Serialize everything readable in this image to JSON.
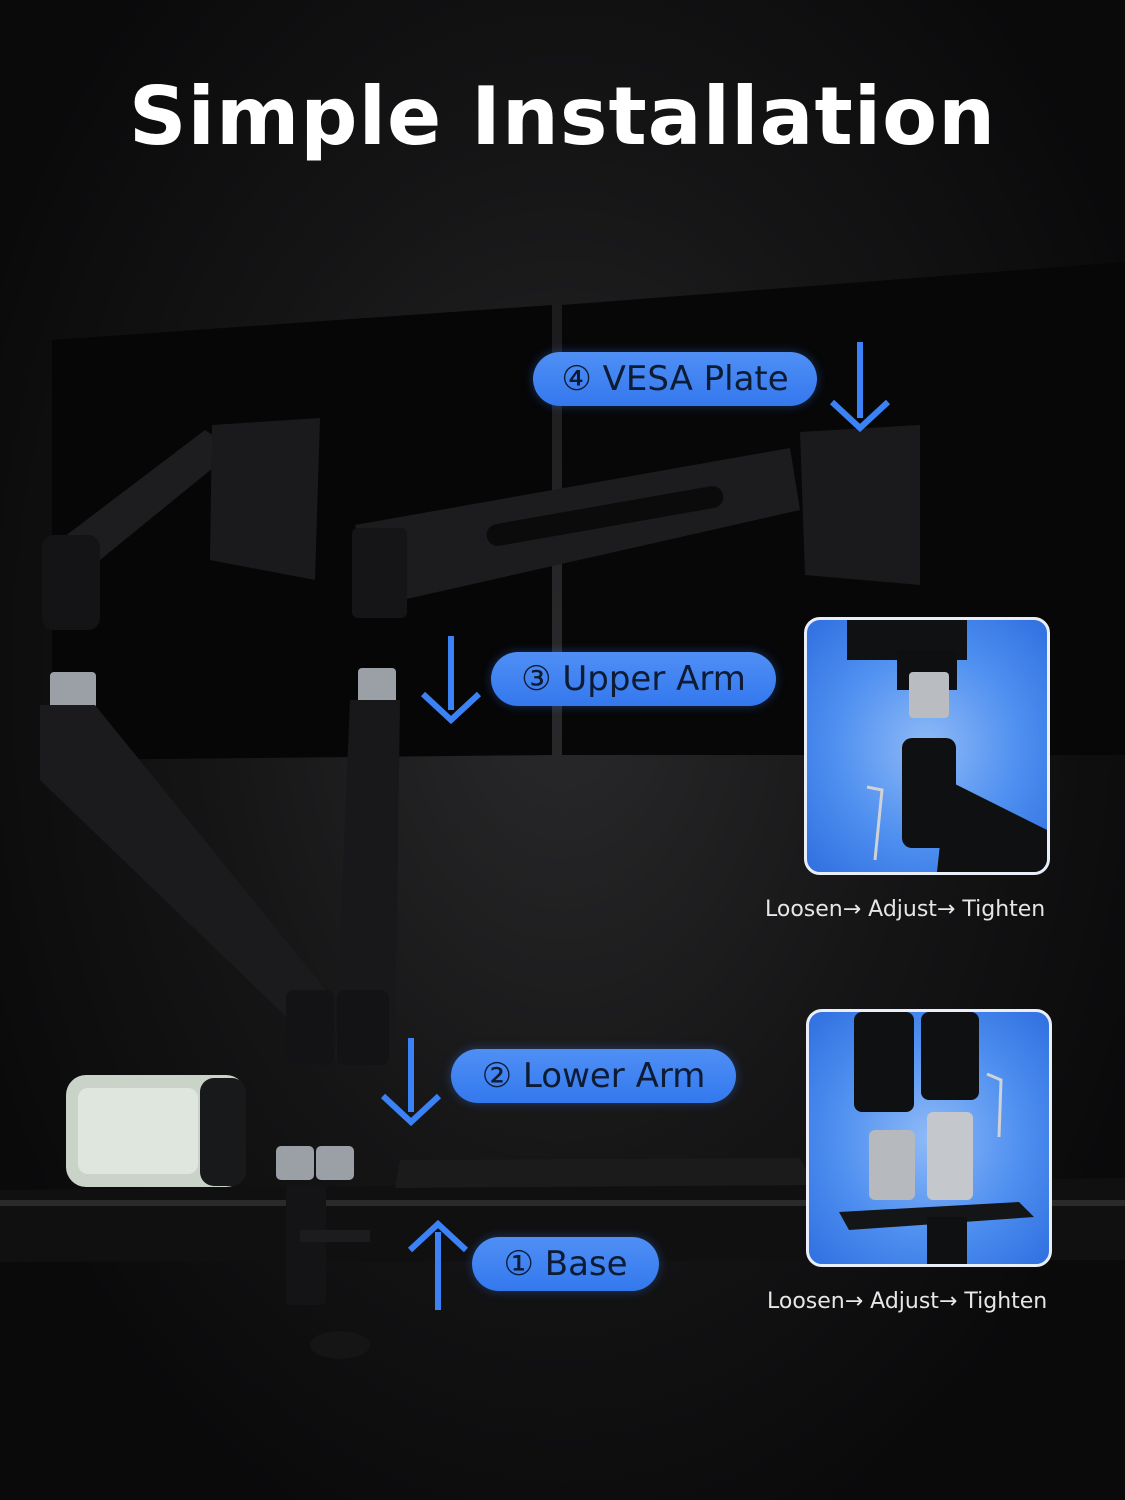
{
  "title": "Simple Installation",
  "steps": [
    {
      "label": "④ VESA Plate"
    },
    {
      "label": "③ Upper Arm"
    },
    {
      "label": "② Lower Arm"
    },
    {
      "label": "① Base"
    }
  ],
  "insets": [
    {
      "caption": "Loosen→ Adjust→ Tighten"
    },
    {
      "caption": "Loosen→ Adjust→ Tighten"
    }
  ],
  "colors": {
    "accent": "#3b82f6",
    "background": "#0b0b0c",
    "text": "#ffffff"
  }
}
